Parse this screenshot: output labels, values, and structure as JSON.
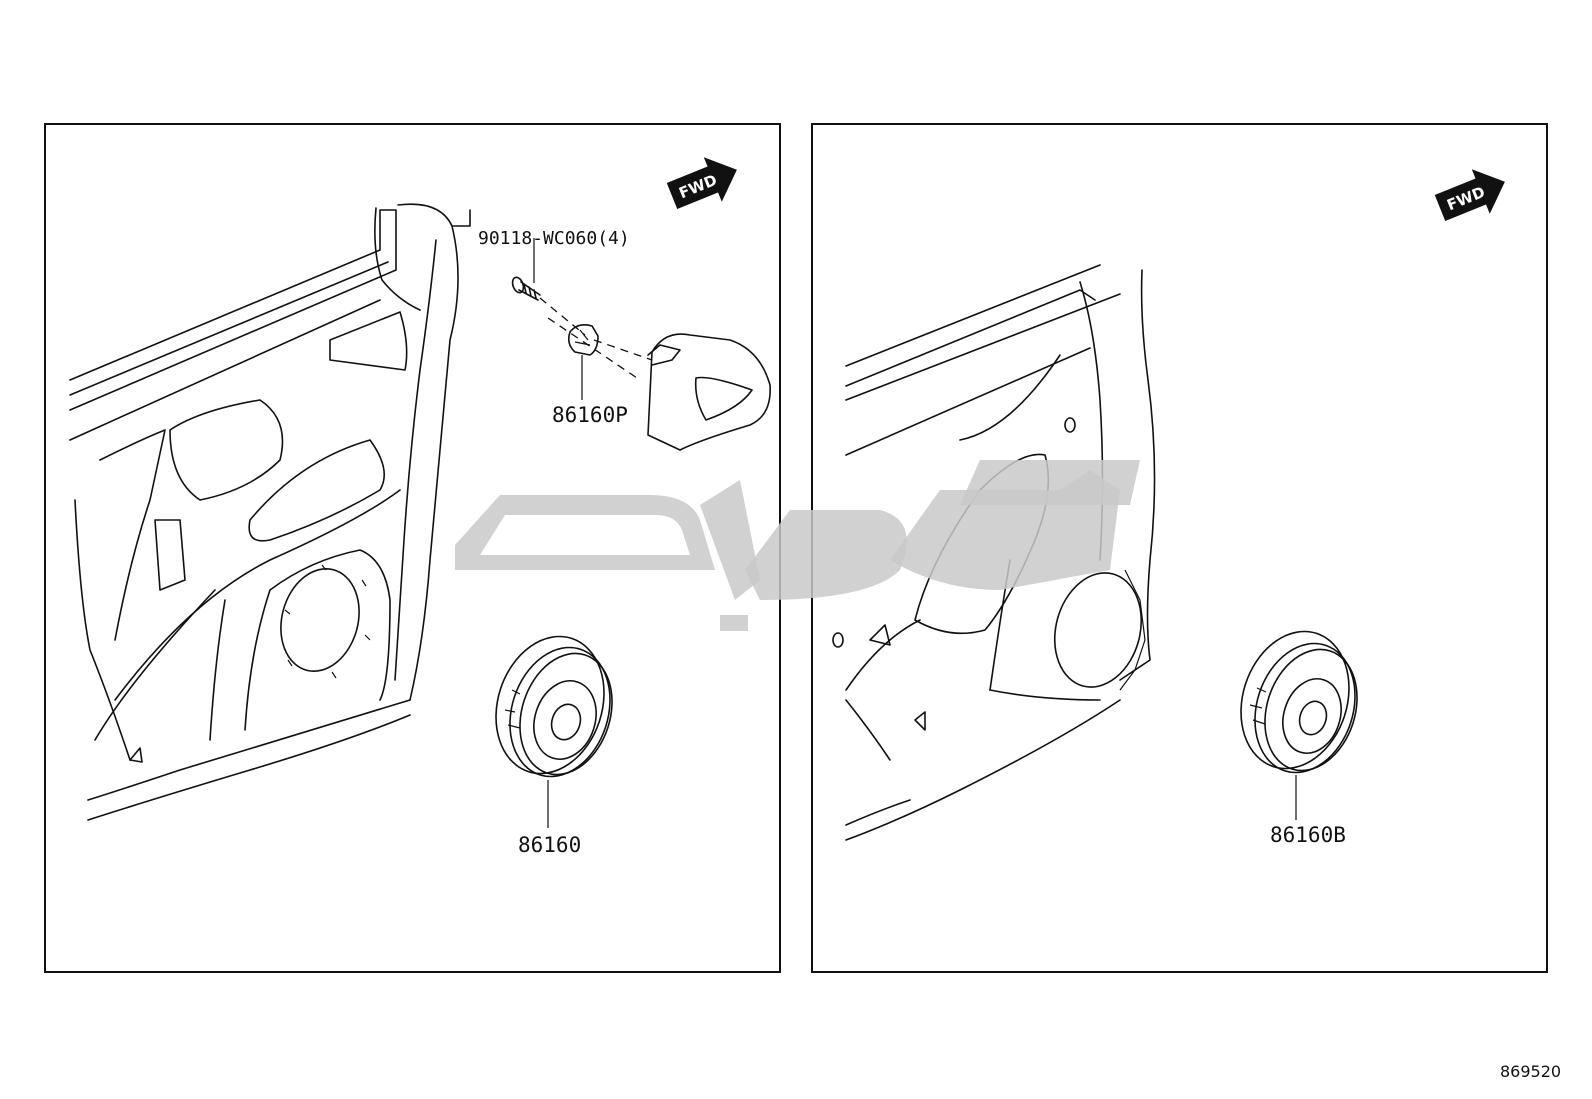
{
  "diagram_id": "869520",
  "fwd_label": "FWD",
  "left_panel": {
    "screw_label": "90118-WC060(4)",
    "bracket_label": "86160P",
    "speaker_label": "86160"
  },
  "right_panel": {
    "speaker_label": "86160B"
  }
}
